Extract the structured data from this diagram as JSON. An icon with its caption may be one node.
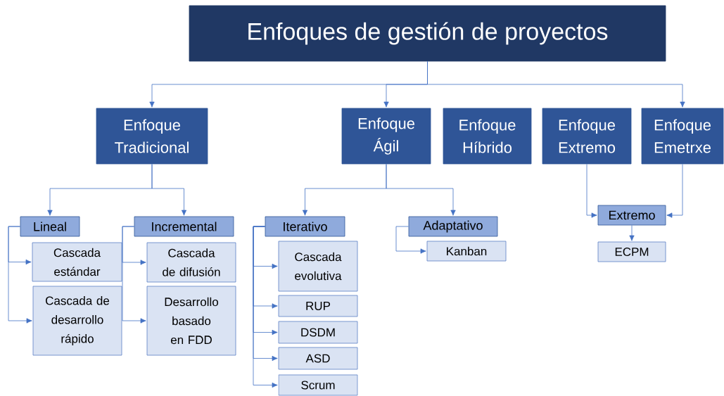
{
  "diagram": {
    "nodes": [
      {
        "text": [
          "Enfoques de gestión de proyectos"
        ]
      },
      {
        "text": [
          "Enfoque Tradicional"
        ]
      },
      {
        "text": [
          "Enfoque Ágil"
        ]
      },
      {
        "text": [
          "Enfoque Híbrido"
        ]
      },
      {
        "text": [
          "Enfoque Extremo"
        ]
      },
      {
        "text": [
          "Enfoque Emetrxe"
        ]
      },
      {
        "text": [
          "Lineal"
        ]
      },
      {
        "text": [
          "Incremental"
        ]
      },
      {
        "text": [
          "Cascada estándar"
        ]
      },
      {
        "text": [
          "Cascada de desarrollo rápido"
        ]
      },
      {
        "text": [
          "Cascada de difusión"
        ]
      },
      {
        "text": [
          "Desarrollo basado en FDD"
        ]
      },
      {
        "text": [
          "Iterativo"
        ]
      },
      {
        "text": [
          "Adaptativo"
        ]
      },
      {
        "text": [
          "Cascada evolutiva"
        ]
      },
      {
        "text": [
          "RUP"
        ]
      },
      {
        "text": [
          "DSDM"
        ]
      },
      {
        "text": [
          "ASD"
        ]
      },
      {
        "text": [
          "Scrum"
        ]
      },
      {
        "text": [
          "Kanban"
        ]
      },
      {
        "text": [
          "Extremo"
        ]
      },
      {
        "text": [
          "ECPM"
        ]
      }
    ],
    "edges": [
      {
        "from": 0,
        "to": 1,
        "arrow": "to"
      },
      {
        "from": 0,
        "to": 2,
        "arrow": "to"
      },
      {
        "from": 0,
        "to": 5,
        "arrow": "to"
      },
      {
        "from": 1,
        "to": 6,
        "arrow": "to"
      },
      {
        "from": 1,
        "to": 7,
        "arrow": "to"
      },
      {
        "from": 2,
        "to": 12,
        "arrow": "to"
      },
      {
        "from": 2,
        "to": 13,
        "arrow": "to"
      },
      {
        "from": 6,
        "to": 8,
        "arrow": "to"
      },
      {
        "from": 6,
        "to": 9,
        "arrow": "to"
      },
      {
        "from": 7,
        "to": 10,
        "arrow": "to"
      },
      {
        "from": 7,
        "to": 11,
        "arrow": "to"
      },
      {
        "from": 12,
        "to": 14,
        "arrow": "to"
      },
      {
        "from": 12,
        "to": 15,
        "arrow": "to"
      },
      {
        "from": 12,
        "to": 16,
        "arrow": "to"
      },
      {
        "from": 12,
        "to": 17,
        "arrow": "to"
      },
      {
        "from": 12,
        "to": 18,
        "arrow": "to"
      },
      {
        "from": 13,
        "to": 19,
        "arrow": "to"
      },
      {
        "from": 4,
        "to": 20,
        "arrow": "to"
      },
      {
        "from": 5,
        "to": 20,
        "arrow": "to"
      },
      {
        "from": 20,
        "to": 21,
        "arrow": "to"
      }
    ]
  }
}
